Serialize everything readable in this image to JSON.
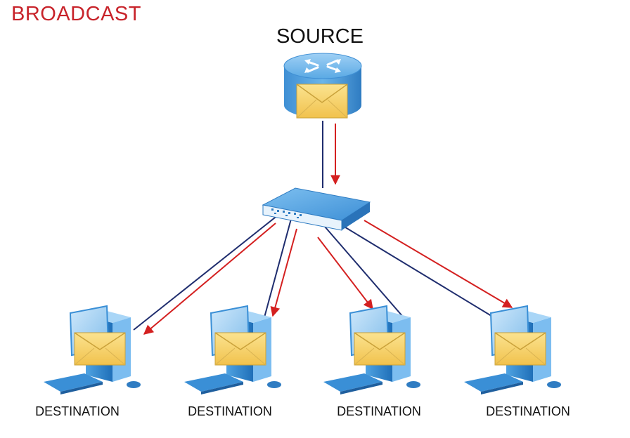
{
  "title": "BROADCAST",
  "source": {
    "label": "SOURCE"
  },
  "destinations": [
    {
      "label": "DESTINATION"
    },
    {
      "label": "DESTINATION"
    },
    {
      "label": "DESTINATION"
    },
    {
      "label": "DESTINATION"
    }
  ],
  "icons": {
    "source": "router-icon",
    "hub": "switch-icon",
    "destination": "computer-icon",
    "message": "envelope-icon"
  },
  "colors": {
    "title": "#c8242b",
    "link": "#1f2d6e",
    "arrow": "#d42020",
    "device_blue": "#3a8fd6",
    "envelope": "#f6d163"
  }
}
